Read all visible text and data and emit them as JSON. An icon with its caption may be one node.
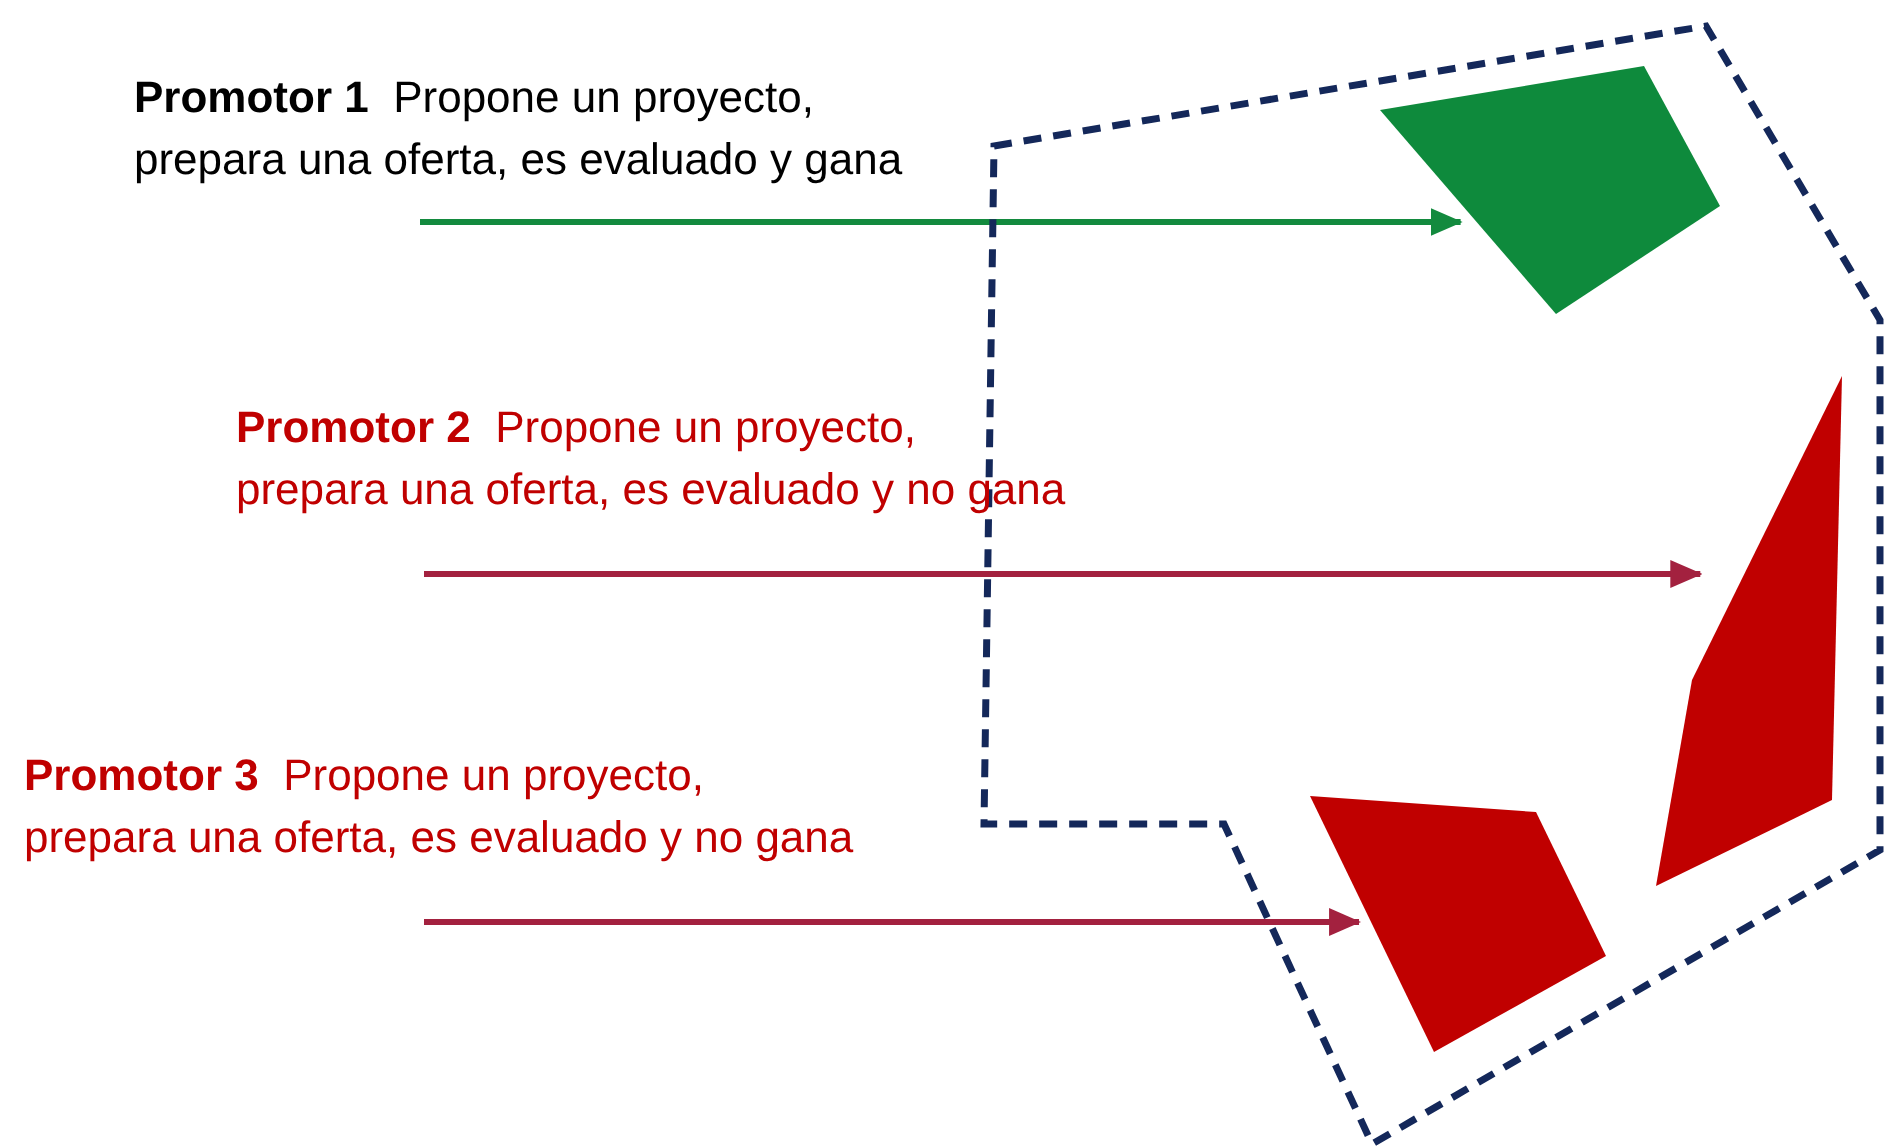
{
  "diagram": {
    "nodes": [
      {
        "text": [
          "**Promotor 1**  Propone un proyecto, prepara una oferta, es evaluado y gana"
        ]
      },
      {
        "text": [],
        "shape": "polygon"
      },
      {
        "text": [],
        "shape": "polygon",
        "in": 1
      },
      {
        "text": [
          "**Promotor 2**  Propone un proyecto, prepara una oferta, es evaluado y no gana"
        ]
      },
      {
        "text": [],
        "shape": "polygon",
        "in": 1
      },
      {
        "text": [
          "**Promotor 3**  Propone un proyecto, prepara una oferta, es evaluado y no gana"
        ]
      },
      {
        "text": [],
        "shape": "polygon",
        "in": 1
      }
    ],
    "edges": [
      {
        "from": 0,
        "to": 2,
        "arrow": "to",
        "color": "#138a3e"
      },
      {
        "from": 3,
        "to": 4,
        "arrow": "to"
      },
      {
        "from": 5,
        "to": 6,
        "arrow": "to"
      }
    ]
  }
}
